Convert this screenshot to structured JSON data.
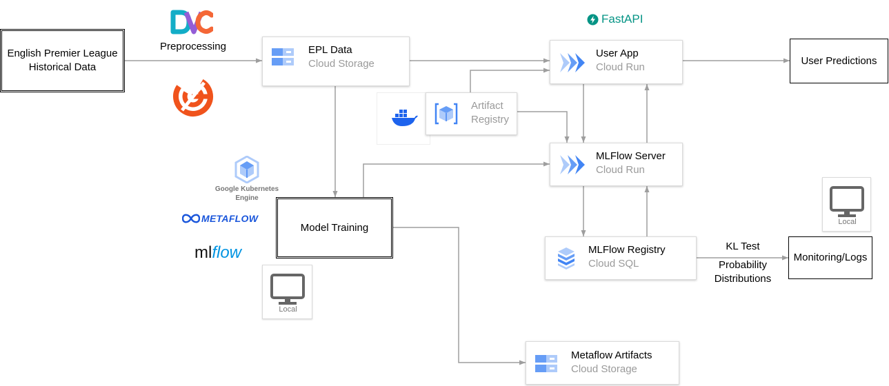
{
  "source": {
    "label_line1": "English Premier League",
    "label_line2": "Historical Data"
  },
  "preprocessing_label": "Preprocessing",
  "dvc_logo": {
    "text": "DVC",
    "colors": [
      "#13adc7",
      "#945dd6",
      "#f46737"
    ]
  },
  "fastapi_logo": {
    "text": "FastAPI",
    "color": "#059485"
  },
  "epl_data": {
    "title": "EPL Data",
    "subtitle": "Cloud Storage"
  },
  "user_app": {
    "title": "User App",
    "subtitle": "Cloud Run"
  },
  "user_predictions": {
    "label": "User Predictions"
  },
  "artifact_registry": {
    "title_line1": "Artifact",
    "title_line2": "Registry"
  },
  "mlflow_server": {
    "title": "MLFlow Server",
    "subtitle": "Cloud Run"
  },
  "gke": {
    "line1": "Google Kubernetes",
    "line2": "Engine"
  },
  "metaflow_logo": {
    "text": "METAFLOW",
    "color": "#1a56db"
  },
  "mlflow_logo": {
    "text_ml": "ml",
    "text_flow": "flow",
    "color_flow": "#0194e2"
  },
  "model_training": {
    "label": "Model Training"
  },
  "local_training": {
    "label": "Local"
  },
  "local_monitoring": {
    "label": "Local"
  },
  "mlflow_registry": {
    "title": "MLFlow Registry",
    "subtitle": "Cloud SQL"
  },
  "monitoring_edge": {
    "line1": "KL Test",
    "line2": "Probability",
    "line3": "Distributions"
  },
  "monitoring": {
    "label": "Monitoring/Logs"
  },
  "metaflow_artifacts": {
    "title": "Metaflow Artifacts",
    "subtitle": "Cloud Storage"
  },
  "colors": {
    "gcp_blue": "#4285f4",
    "gcp_light": "#aecbfa",
    "docker_blue": "#1d63ed",
    "edge_gray": "#9e9e9e"
  }
}
